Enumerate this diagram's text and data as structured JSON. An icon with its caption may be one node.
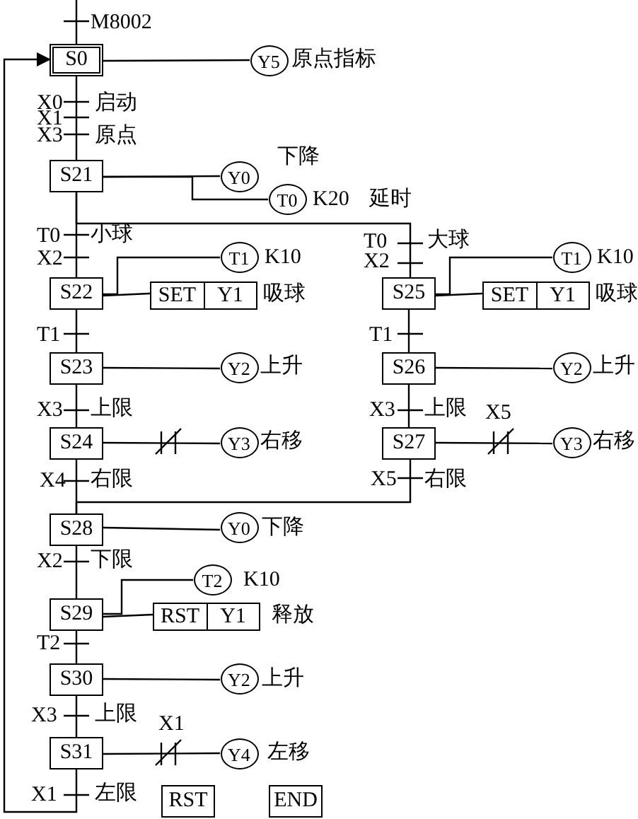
{
  "diagram": {
    "nodes": [
      {
        "text": [
          "S0"
        ]
      },
      {
        "text": [
          "Y5"
        ],
        "beside": [
          "原点指标"
        ]
      },
      {
        "text": [
          "S21"
        ]
      },
      {
        "text": [
          "Y0"
        ],
        "beside": [
          "下降"
        ]
      },
      {
        "text": [
          "T0"
        ],
        "beside": [
          "K20",
          "延时"
        ]
      },
      {
        "text": [
          "S22"
        ]
      },
      {
        "text": [
          "T1"
        ],
        "beside": [
          "K10"
        ]
      },
      {
        "text": [
          "SET",
          "Y1"
        ],
        "beside": [
          "吸球"
        ]
      },
      {
        "text": [
          "S25"
        ]
      },
      {
        "text": [
          "T1"
        ],
        "beside": [
          "K10"
        ]
      },
      {
        "text": [
          "SET",
          "Y1"
        ],
        "beside": [
          "吸球"
        ]
      },
      {
        "text": [
          "S23"
        ]
      },
      {
        "text": [
          "Y2"
        ],
        "beside": [
          "上升"
        ]
      },
      {
        "text": [
          "S26"
        ]
      },
      {
        "text": [
          "Y2"
        ],
        "beside": [
          "上升"
        ]
      },
      {
        "text": [
          "S24"
        ]
      },
      {
        "text": [
          "Y3"
        ],
        "beside": [
          "右移"
        ]
      },
      {
        "text": [
          "S27"
        ]
      },
      {
        "text": [
          "Y3"
        ],
        "beside": [
          "右移"
        ]
      },
      {
        "text": [
          "S28"
        ]
      },
      {
        "text": [
          "Y0"
        ],
        "beside": [
          "下降"
        ]
      },
      {
        "text": [
          "S29"
        ]
      },
      {
        "text": [
          "T2"
        ],
        "beside": [
          "K10"
        ]
      },
      {
        "text": [
          "RST",
          "Y1"
        ],
        "beside": [
          "释放"
        ]
      },
      {
        "text": [
          "S30"
        ]
      },
      {
        "text": [
          "Y2"
        ],
        "beside": [
          "上升"
        ]
      },
      {
        "text": [
          "S31"
        ]
      },
      {
        "text": [
          "Y4"
        ],
        "beside": [
          "左移"
        ]
      },
      {
        "text": [
          "RST"
        ]
      },
      {
        "text": [
          "END"
        ]
      }
    ],
    "edges": [
      {
        "from": null,
        "to": 0,
        "arrow": "none"
      },
      {
        "from": 0,
        "to": 1,
        "arrow": "none"
      },
      {
        "from": 0,
        "to": 2,
        "arrow": "none"
      },
      {
        "from": 2,
        "to": 3,
        "arrow": "none"
      },
      {
        "from": 2,
        "to": 4,
        "arrow": "none"
      },
      {
        "from": 2,
        "to": 5,
        "arrow": "none"
      },
      {
        "from": 2,
        "to": 8,
        "arrow": "none"
      },
      {
        "from": 5,
        "to": 6,
        "arrow": "none"
      },
      {
        "from": 5,
        "to": 7,
        "arrow": "none"
      },
      {
        "from": 8,
        "to": 9,
        "arrow": "none"
      },
      {
        "from": 8,
        "to": 10,
        "arrow": "none"
      },
      {
        "from": 5,
        "to": 11,
        "arrow": "none"
      },
      {
        "from": 11,
        "to": 12,
        "arrow": "none"
      },
      {
        "from": 8,
        "to": 13,
        "arrow": "none"
      },
      {
        "from": 13,
        "to": 14,
        "arrow": "none"
      },
      {
        "from": 11,
        "to": 15,
        "arrow": "none"
      },
      {
        "from": 15,
        "to": 16,
        "arrow": "none"
      },
      {
        "from": 13,
        "to": 17,
        "arrow": "none"
      },
      {
        "from": 17,
        "to": 18,
        "arrow": "none",
        "label": "X5"
      },
      {
        "from": 15,
        "to": 19,
        "arrow": "none"
      },
      {
        "from": 17,
        "to": 19,
        "arrow": "none"
      },
      {
        "from": 19,
        "to": 20,
        "arrow": "none"
      },
      {
        "from": 19,
        "to": 21,
        "arrow": "none"
      },
      {
        "from": 21,
        "to": 22,
        "arrow": "none"
      },
      {
        "from": 21,
        "to": 23,
        "arrow": "none"
      },
      {
        "from": 21,
        "to": 24,
        "arrow": "none"
      },
      {
        "from": 24,
        "to": 25,
        "arrow": "none"
      },
      {
        "from": 24,
        "to": 26,
        "arrow": "none"
      },
      {
        "from": 26,
        "to": 27,
        "arrow": "none",
        "label": "X1"
      },
      {
        "from": 26,
        "to": 0,
        "arrow": "to"
      }
    ],
    "labels": [
      "M8002",
      "X0",
      "启动",
      "X1",
      "X3",
      "原点",
      "T0",
      "小球",
      "X2",
      "T0",
      "大球",
      "X2",
      "T1",
      "T1",
      "X3",
      "上限",
      "X3",
      "上限",
      "X4",
      "右限",
      "X5",
      "右限",
      "X2",
      "下限",
      "T2",
      "X3",
      "上限",
      "X1",
      "左限"
    ]
  }
}
